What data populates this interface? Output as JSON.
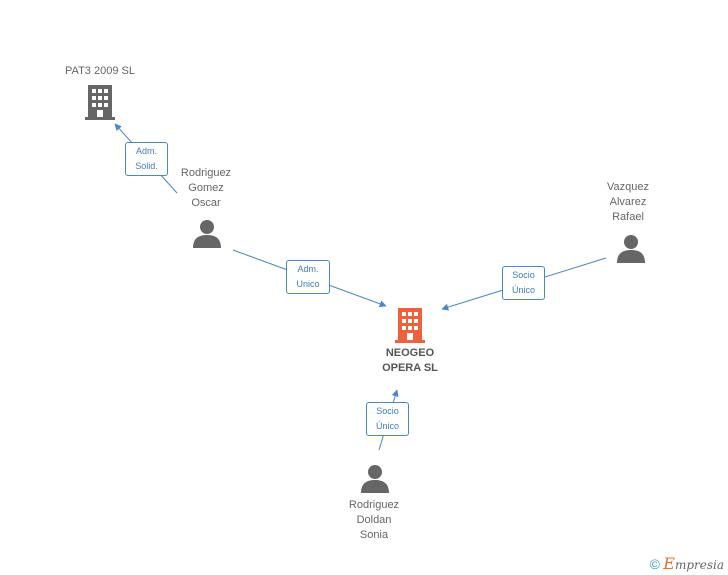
{
  "nodes": {
    "pat3": {
      "label_lines": [
        "PAT3 2009 SL"
      ],
      "type": "company",
      "color": "#666666"
    },
    "neogeo": {
      "label_lines": [
        "NEOGEO",
        "OPERA SL"
      ],
      "type": "company-main",
      "color": "#f0603a"
    },
    "rodriguez_gomez": {
      "label_lines": [
        "Rodriguez",
        "Gomez",
        "Oscar"
      ],
      "type": "person",
      "color": "#666666"
    },
    "vazquez": {
      "label_lines": [
        "Vazquez",
        "Alvarez",
        "Rafael"
      ],
      "type": "person",
      "color": "#666666"
    },
    "rodriguez_doldan": {
      "label_lines": [
        "Rodriguez",
        "Doldan",
        "Sonia"
      ],
      "type": "person",
      "color": "#666666"
    }
  },
  "edges": [
    {
      "from": "rodriguez_gomez",
      "to": "pat3",
      "label_lines": [
        "Adm.",
        "Solid."
      ]
    },
    {
      "from": "rodriguez_gomez",
      "to": "neogeo",
      "label_lines": [
        "Adm.",
        "Unico"
      ]
    },
    {
      "from": "vazquez",
      "to": "neogeo",
      "label_lines": [
        "Socio",
        "Único"
      ]
    },
    {
      "from": "rodriguez_doldan",
      "to": "neogeo",
      "label_lines": [
        "Socio",
        "Único"
      ]
    }
  ],
  "colors": {
    "edge": "#4a86c8"
  },
  "footer": {
    "copyright": "©",
    "brand_initial": "E",
    "brand_rest": "mpresia"
  }
}
